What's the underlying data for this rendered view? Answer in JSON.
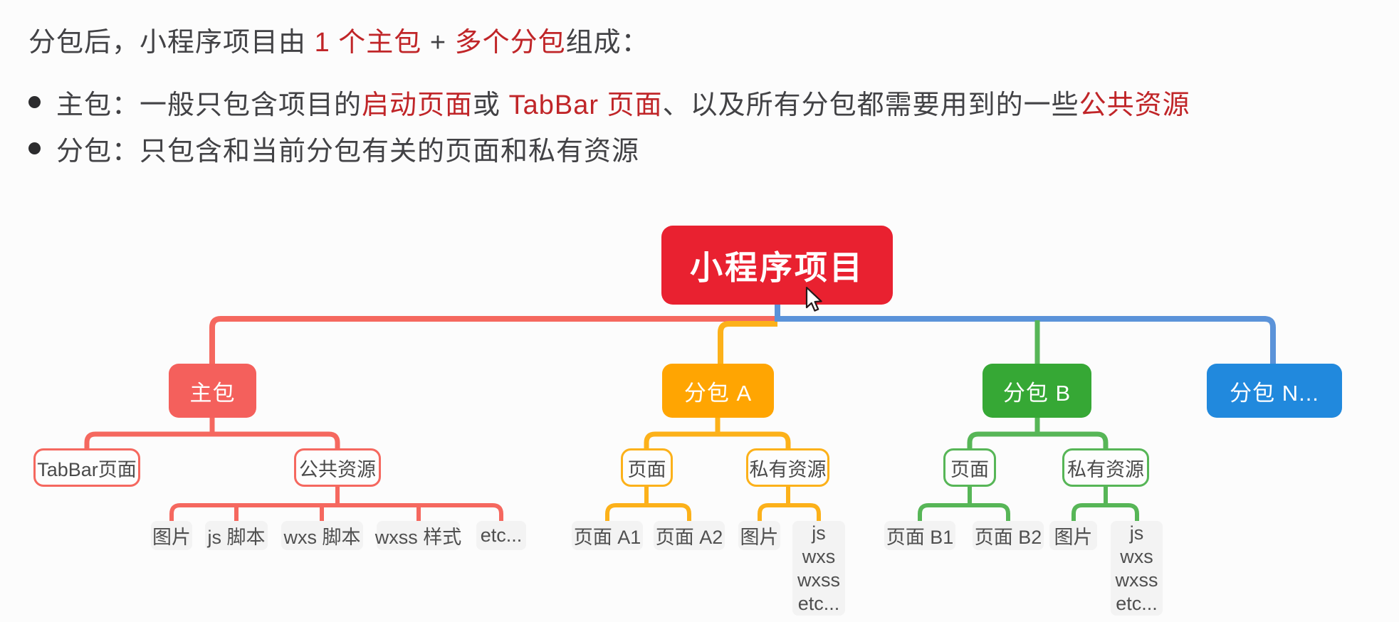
{
  "palette": {
    "bg": "#fcfcfc",
    "root": "#e92130",
    "main_package": "#f4605c",
    "package_a": "#ffa502",
    "package_b": "#36a835",
    "package_n": "#2189dd",
    "line_red": "#f5685f",
    "line_yellow": "#fcb11a",
    "line_green": "#57b657",
    "line_blue": "#5b93d9",
    "text_body": "#424245",
    "text_highlight": "#c02528"
  },
  "intro": {
    "line1": {
      "segments": [
        {
          "text": "分包后，小程序项目由 "
        },
        {
          "text": "1 个主包",
          "highlight": true
        },
        {
          "text": " + "
        },
        {
          "text": "多个分包",
          "highlight": true
        },
        {
          "text": "组成："
        }
      ]
    },
    "bullets": [
      {
        "segments": [
          {
            "text": "主包：一般只包含项目的"
          },
          {
            "text": "启动页面",
            "highlight": true
          },
          {
            "text": "或 "
          },
          {
            "text": "TabBar 页面",
            "highlight": true
          },
          {
            "text": "、以及所有分包都需要用到的一些"
          },
          {
            "text": "公共资源",
            "highlight": true
          }
        ]
      },
      {
        "segments": [
          {
            "text": "分包：只包含和当前分包有关的页面和私有资源"
          }
        ]
      }
    ]
  },
  "tree": {
    "root": {
      "label": "小程序项目"
    },
    "branches": [
      {
        "label": "主包",
        "children": [
          {
            "label": "TabBar页面",
            "children": []
          },
          {
            "label": "公共资源",
            "children": [
              {
                "label": "图片"
              },
              {
                "label": "js 脚本"
              },
              {
                "label": "wxs 脚本"
              },
              {
                "label": "wxss 样式"
              },
              {
                "label": "etc..."
              }
            ]
          }
        ]
      },
      {
        "label": "分包 A",
        "children": [
          {
            "label": "页面",
            "children": [
              {
                "label": "页面 A1"
              },
              {
                "label": "页面 A2"
              }
            ]
          },
          {
            "label": "私有资源",
            "children": [
              {
                "label": "图片"
              },
              {
                "lines": [
                  "js",
                  "wxs",
                  "wxss",
                  "etc..."
                ]
              }
            ]
          }
        ]
      },
      {
        "label": "分包 B",
        "children": [
          {
            "label": "页面",
            "children": [
              {
                "label": "页面 B1"
              },
              {
                "label": "页面 B2"
              }
            ]
          },
          {
            "label": "私有资源",
            "children": [
              {
                "label": "图片"
              },
              {
                "lines": [
                  "js",
                  "wxs",
                  "wxss",
                  "etc..."
                ]
              }
            ]
          }
        ]
      },
      {
        "label": "分包 N...",
        "children": []
      }
    ]
  }
}
